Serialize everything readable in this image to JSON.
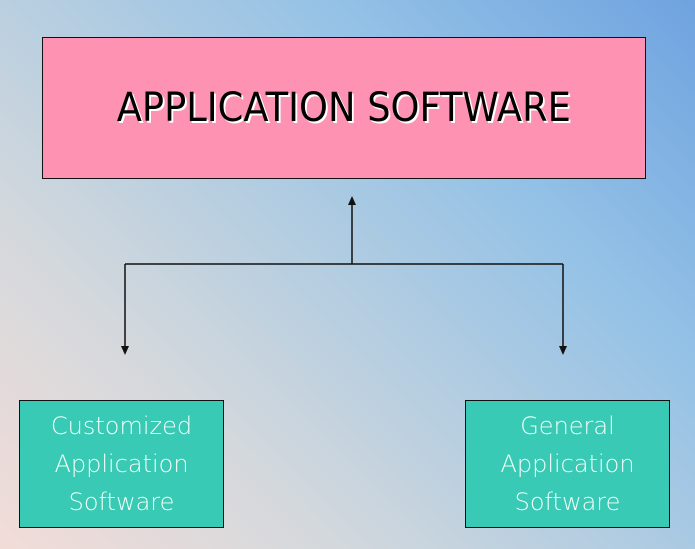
{
  "diagram": {
    "root": {
      "label": "APPLICATION SOFTWARE",
      "fill": "#fe92b2"
    },
    "children": [
      {
        "lines": [
          "Customized",
          "Application",
          "Software"
        ],
        "fill": "#38cab4"
      },
      {
        "lines": [
          "General",
          "Application",
          "Software"
        ],
        "fill": "#38cab4"
      }
    ],
    "edges": [
      {
        "from": "connector-junction",
        "to": "root",
        "arrow": "up"
      },
      {
        "from": "connector-junction",
        "to": "children.0",
        "arrow": "down"
      },
      {
        "from": "connector-junction",
        "to": "children.1",
        "arrow": "down"
      }
    ]
  }
}
